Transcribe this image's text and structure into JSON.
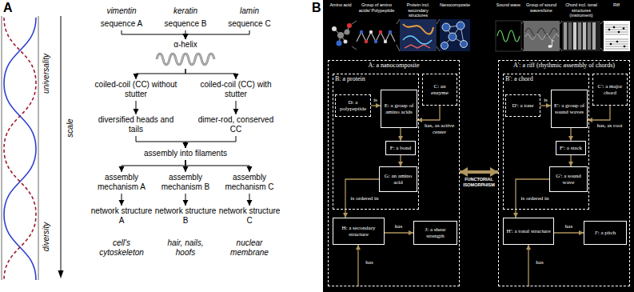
{
  "diagram": {
    "nodes": [
      {
        "text": [
          "sequence A"
        ]
      },
      {
        "text": [
          "sequence B"
        ]
      },
      {
        "text": [
          "sequence C"
        ]
      },
      {
        "text": [
          "α-helix"
        ]
      },
      {
        "text": [
          "coiled-coil (CC) without stutter"
        ]
      },
      {
        "text": [
          "coiled-coil (CC) with stutter"
        ]
      },
      {
        "text": [
          "diversified heads and tails"
        ]
      },
      {
        "text": [
          "dimer-rod, conserved CC"
        ]
      },
      {
        "text": [
          "assembly into filaments"
        ]
      },
      {
        "text": [
          "assembly mechanism A"
        ]
      },
      {
        "text": [
          "assembly mechanism B"
        ]
      },
      {
        "text": [
          "assembly mechanism C"
        ]
      },
      {
        "text": [
          "network structure A"
        ]
      },
      {
        "text": [
          "network structure B"
        ]
      },
      {
        "text": [
          "network structure C"
        ]
      },
      {
        "text": [
          "A: a nanocomposite"
        ]
      },
      {
        "text": [
          "B: a protein"
        ],
        "in": 15
      },
      {
        "text": [
          "C: an enzyme"
        ],
        "in": 15
      },
      {
        "text": [
          "D: a polypeptide"
        ],
        "in": 16
      },
      {
        "text": [
          "E: a group of amino acids"
        ],
        "in": 16
      },
      {
        "text": [
          "F: a bond"
        ],
        "in": 16
      },
      {
        "text": [
          "G: an amino acid"
        ],
        "in": 16
      },
      {
        "text": [
          "H: a secondary structure"
        ],
        "in": 15
      },
      {
        "text": [
          "J: a shear strength"
        ],
        "in": 15
      },
      {
        "text": [
          "A': a riff (rhythmic assembly of chords)"
        ]
      },
      {
        "text": [
          "B': a chord"
        ],
        "in": 24
      },
      {
        "text": [
          "C': a major chord"
        ],
        "in": 24
      },
      {
        "text": [
          "D': a tone"
        ],
        "in": 25
      },
      {
        "text": [
          "E': a group of sound waves"
        ],
        "in": 25
      },
      {
        "text": [
          "F': a stack"
        ],
        "in": 25
      },
      {
        "text": [
          "G': a sound wave"
        ],
        "in": 25
      },
      {
        "text": [
          "H': a tonal structure"
        ],
        "in": 24
      },
      {
        "text": [
          "J': a pitch"
        ],
        "in": 24
      }
    ],
    "edges": [
      {
        "from": 0,
        "to": 3,
        "arrow": "to"
      },
      {
        "from": 1,
        "to": 3,
        "arrow": "to"
      },
      {
        "from": 2,
        "to": 3,
        "arrow": "to"
      },
      {
        "from": 3,
        "to": 4,
        "arrow": "to"
      },
      {
        "from": 3,
        "to": 5,
        "arrow": "to"
      },
      {
        "from": 4,
        "to": 6,
        "arrow": "to"
      },
      {
        "from": 5,
        "to": 7,
        "arrow": "to"
      },
      {
        "from": 6,
        "to": 8,
        "arrow": "to"
      },
      {
        "from": 7,
        "to": 8,
        "arrow": "to"
      },
      {
        "from": 8,
        "to": 9,
        "arrow": "to"
      },
      {
        "from": 8,
        "to": 10,
        "arrow": "to"
      },
      {
        "from": 8,
        "to": 11,
        "arrow": "to"
      },
      {
        "from": 9,
        "to": 12,
        "arrow": "to"
      },
      {
        "from": 10,
        "to": 13,
        "arrow": "to"
      },
      {
        "from": 11,
        "to": 14,
        "arrow": "to"
      },
      {
        "from": 18,
        "to": 19,
        "label": "is",
        "arrow": "to"
      },
      {
        "from": 17,
        "to": 19,
        "label": "has, as active center",
        "arrow": "to"
      },
      {
        "from": 19,
        "to": 20,
        "arrow": "to"
      },
      {
        "from": 20,
        "to": 21,
        "arrow": "to"
      },
      {
        "from": 21,
        "to": 22,
        "label": "is ordered in",
        "arrow": "to"
      },
      {
        "from": 22,
        "to": 23,
        "label": "has",
        "arrow": "to"
      },
      {
        "from": 15,
        "to": 22,
        "label": "has",
        "arrow": "to"
      },
      {
        "from": 15,
        "to": 24,
        "label": "FUNCTORIAL ISOMORPHISM",
        "arrow": "both"
      },
      {
        "from": 27,
        "to": 28,
        "label": "is",
        "arrow": "to"
      },
      {
        "from": 26,
        "to": 28,
        "label": "has, as root",
        "arrow": "to"
      },
      {
        "from": 28,
        "to": 29,
        "arrow": "to"
      },
      {
        "from": 29,
        "to": 30,
        "arrow": "to"
      },
      {
        "from": 30,
        "to": 31,
        "label": "is ordered in",
        "arrow": "to"
      },
      {
        "from": 31,
        "to": 32,
        "label": "has",
        "arrow": "to"
      },
      {
        "from": 24,
        "to": 31,
        "label": "has",
        "arrow": "to"
      }
    ],
    "labels": [
      "A",
      "vimentin",
      "keratin",
      "lamin",
      "universality",
      "scale",
      "diversity",
      "cell's cytoskeleton",
      "hair, nails, hoofs",
      "nuclear membrane",
      "B",
      "Amino acid",
      "Group of amino acids/ Polypeptide",
      "Protein incl. secondary structures",
      "Nanocomposite",
      "Sound wave",
      "Group of sound waves/tone",
      "Chord incl. tonal structures (instrument)",
      "Riff"
    ]
  }
}
